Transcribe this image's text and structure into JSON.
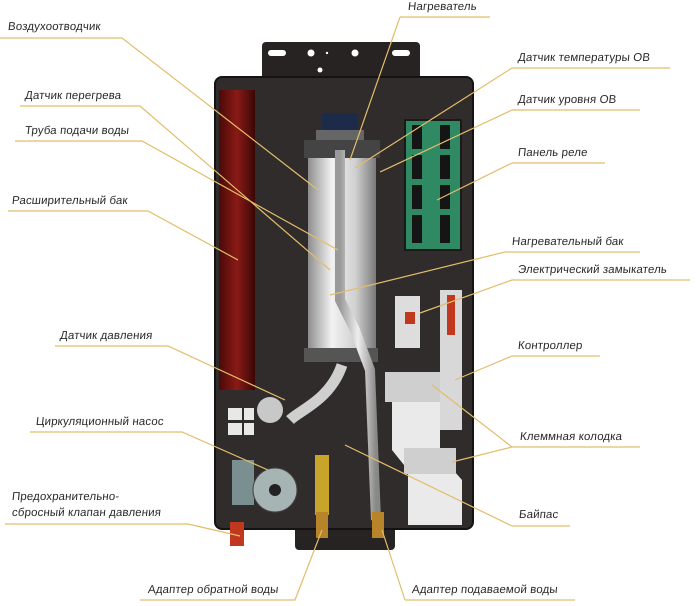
{
  "diagram": {
    "colors": {
      "leader": "#e3bd6a",
      "body": "#2f2b2a",
      "tank": "#7a1412",
      "relay": "#2f8a63"
    },
    "labels": {
      "air_vent": "Воздухоотводчик",
      "heater": "Нагреватель",
      "temp_sensor": "Датчик температуры ОВ",
      "overheat_sensor": "Датчик перегрева",
      "level_sensor": "Датчик уровня ОВ",
      "supply_pipe": "Труба подачи воды",
      "relay_panel": "Панель реле",
      "expansion_tank": "Расширительный бак",
      "heating_tank": "Нагревательный бак",
      "contactor": "Электрический замыкатель",
      "pressure_sensor": "Датчик давления",
      "controller": "Контроллер",
      "terminal_block": "Клеммная колодка",
      "circ_pump": "Циркуляционный насос",
      "safety_valve_1": "Предохранительно-",
      "safety_valve_2": "сбросный клапан давления",
      "bypass": "Байпас",
      "return_adapter": "Адаптер обратной воды",
      "supply_adapter": "Адаптер подаваемой воды"
    }
  }
}
